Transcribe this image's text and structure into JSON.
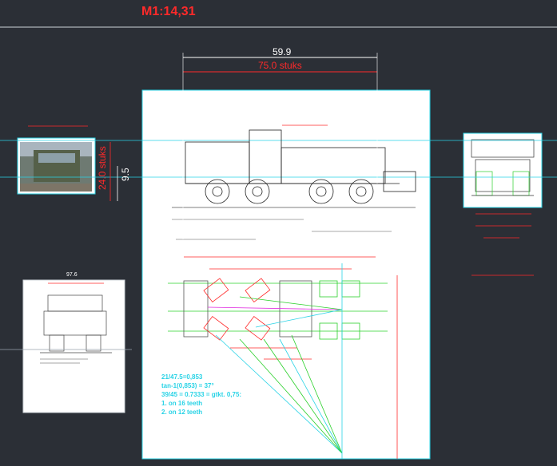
{
  "drawing": {
    "scale": "M1:14,31",
    "top_width_value": "59.9",
    "top_width_count": "75.0 stuks",
    "height_value": "9.5",
    "height_count": "24.0 stuks",
    "small_dim_1": "97.6",
    "formulas": [
      "21/47.5=0,853",
      "tan-1(0,853) = 37°",
      "39/45 = 0.7333 = gtkt. 0,75:",
      "1. on 16 teeth",
      "2. on 12 teeth"
    ]
  },
  "colors": {
    "background": "#2b2f36",
    "red": "#ff2a2a",
    "cyan": "#29d3e6",
    "green": "#2bd02b",
    "magenta": "#e02ee0",
    "white": "#ffffff"
  }
}
